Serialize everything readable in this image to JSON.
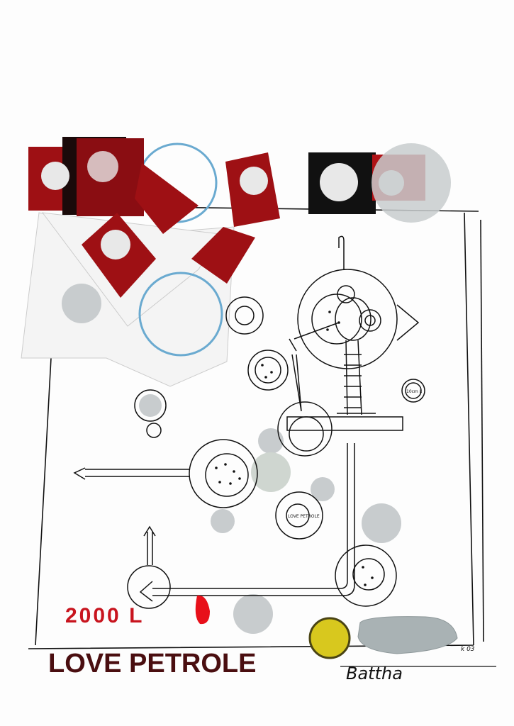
{
  "artwork": {
    "amount_label": "2000 L",
    "slogan": "LOVE PETROLE",
    "small_circle_text": "LOVE PETROLE",
    "gauge_text": "10cm L",
    "signature": "Battha",
    "date_mark": "k 03"
  },
  "colors": {
    "paper": "#fdfdfd",
    "red_tape": "#9e1014",
    "black_tape": "#111111",
    "grey_dot": "#c8ccce",
    "stamp_red": "#c8141e",
    "stamp_dark": "#4a0e10",
    "yellow_dot": "#d8c81e",
    "blue_ring": "#6aaad0"
  }
}
